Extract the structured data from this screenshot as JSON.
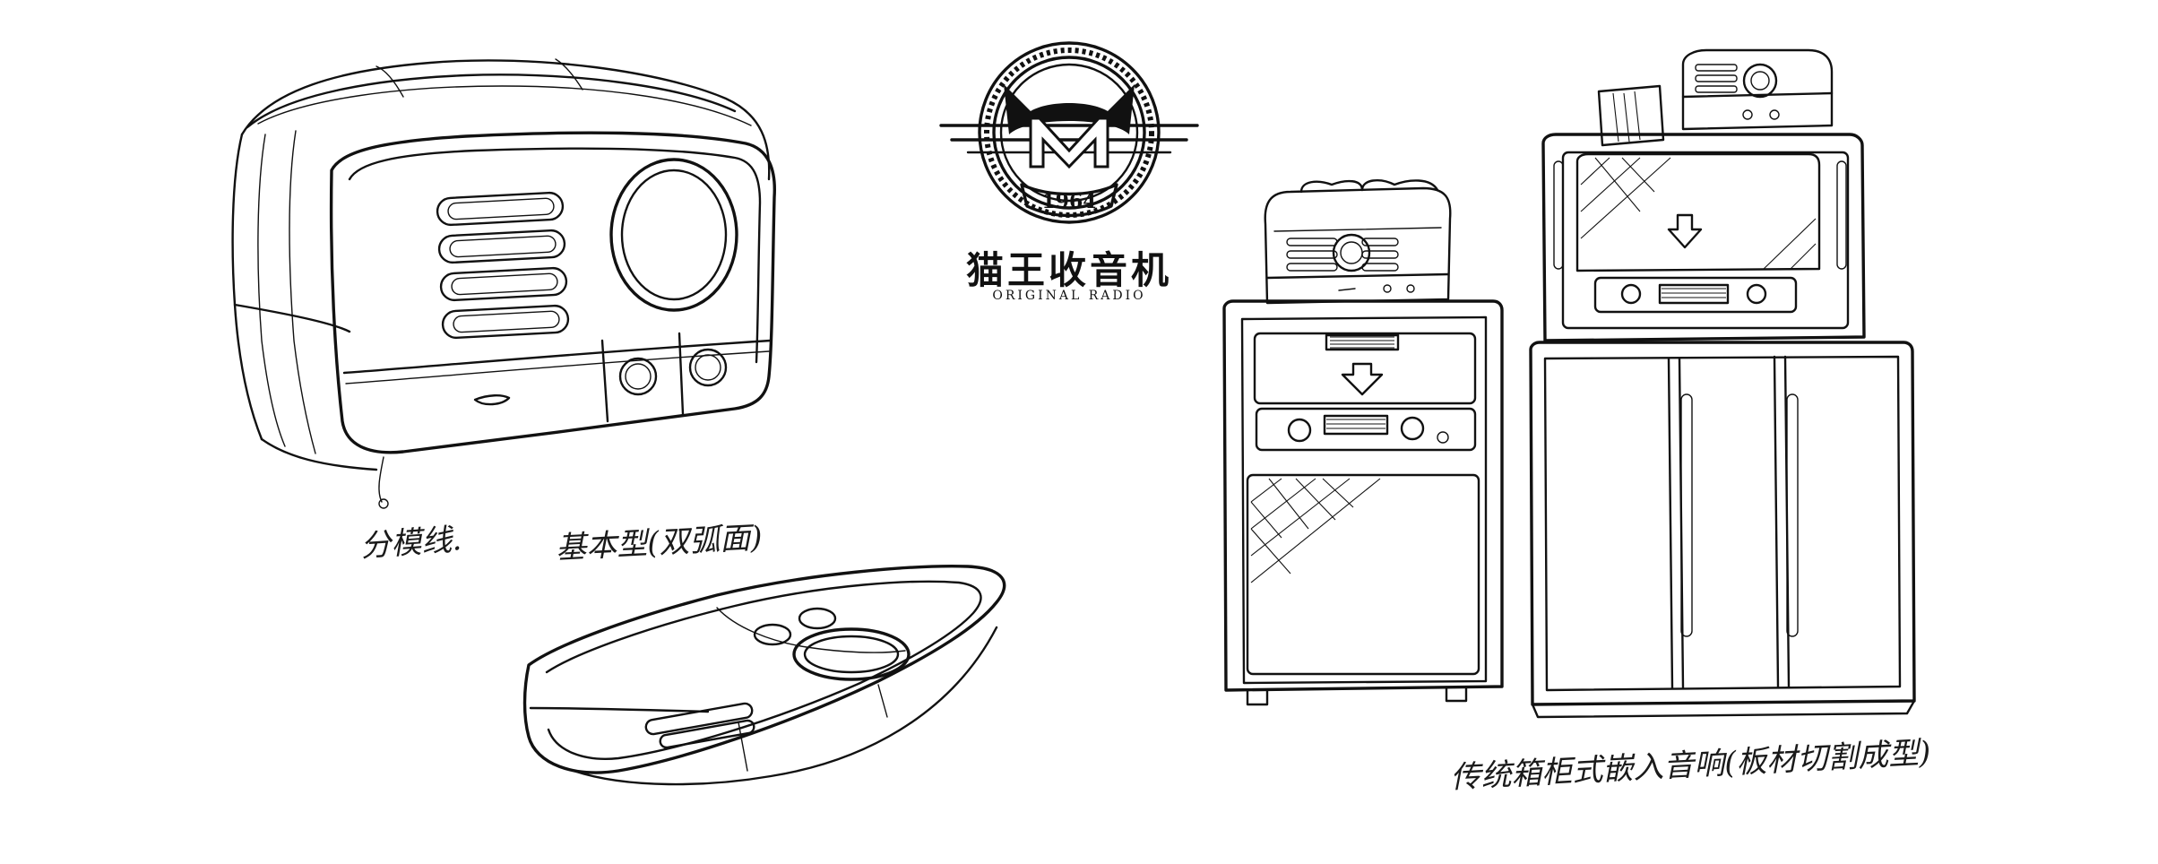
{
  "logo": {
    "year": "1964",
    "brand_cn": "猫王收音机",
    "brand_en": "ORIGINAL RADIO"
  },
  "annotations": {
    "split_type": "分模线.",
    "basic_type": "基本型(双弧面)",
    "cabinet_type": "传统箱柜式嵌入音响(板材切割成型)"
  }
}
